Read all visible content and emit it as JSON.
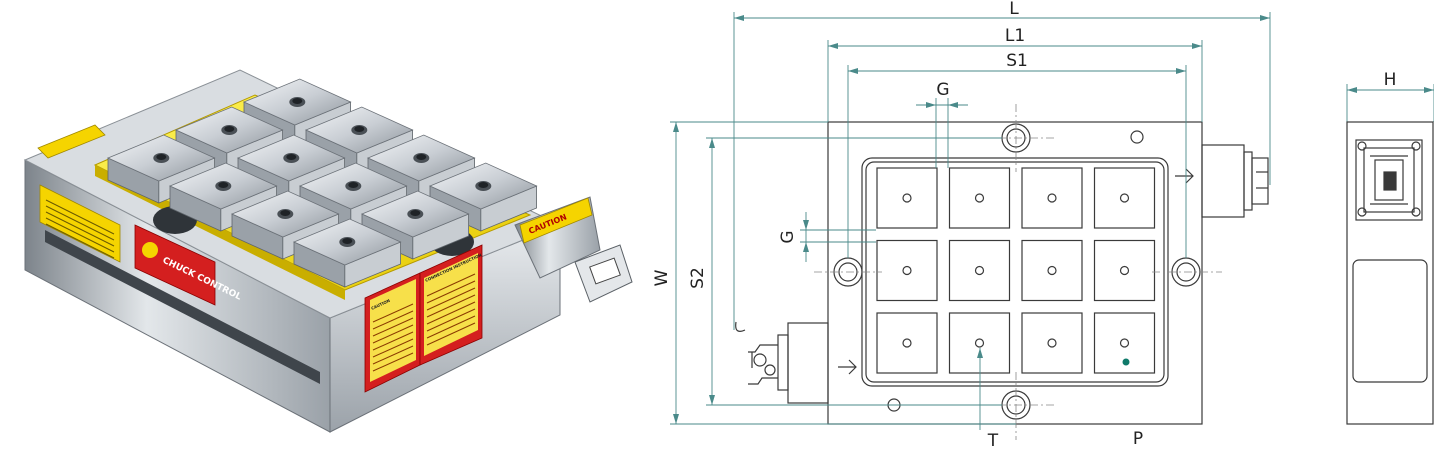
{
  "product_view": {
    "caution_label_1": "CAUTION",
    "caution_label_2": "CAUTION",
    "instruction_heading": "CONNECTION INSTRUCTION",
    "brand_text": "CHUCK CONTROL",
    "block_count": 12
  },
  "drawing": {
    "dimensions": {
      "L": "L",
      "L1": "L1",
      "S1": "S1",
      "G_top": "G",
      "G_side": "G",
      "W": "W",
      "S2": "S2",
      "T": "T",
      "P": "P",
      "H": "H"
    },
    "grid": {
      "rows": 3,
      "cols": 4
    },
    "colors": {
      "line": "#3a3a3a",
      "dimension_line": "#4a8a8a",
      "marker": "#0f7a6a"
    }
  }
}
